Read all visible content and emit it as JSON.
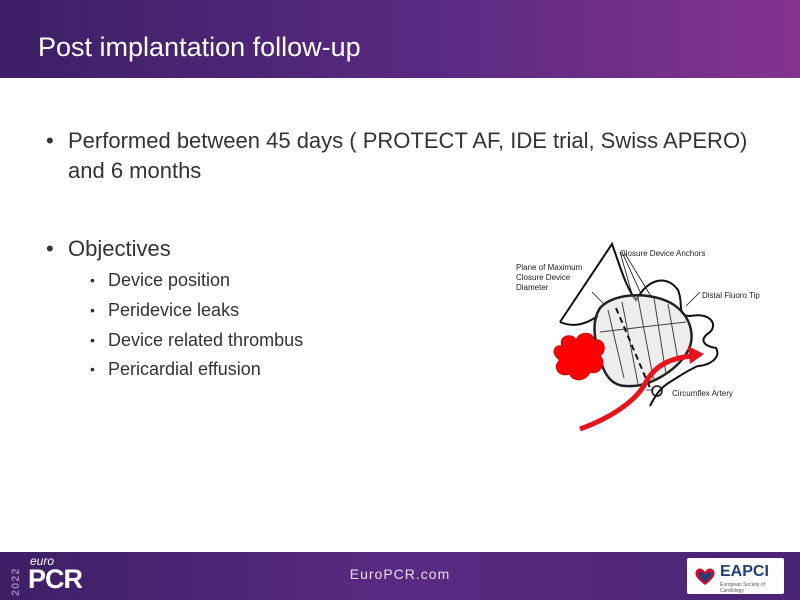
{
  "slide": {
    "title": "Post implantation follow-up",
    "bullets": [
      {
        "text": "Performed between 45 days ( PROTECT AF, IDE trial, Swiss APERO) and 6 months",
        "sub": []
      },
      {
        "text": "Objectives",
        "sub": [
          "Device position",
          "Peridevice leaks",
          "Device related thrombus",
          "Pericardial effusion"
        ]
      }
    ]
  },
  "diagram": {
    "labels": {
      "plane": [
        "Plane of Maximum",
        "Closure Device",
        "Diameter"
      ],
      "anchors": "Closure Device Anchors",
      "tip": "Distal Fluoro Tip",
      "artery": "Circumflex Artery"
    },
    "colors": {
      "thrombus": "#ff0000",
      "arrow": "#e8141b",
      "line": "#111111"
    }
  },
  "footer": {
    "center_text": "EuroPCR.com",
    "logo_year": "2022",
    "logo_euro": "euro",
    "logo_pcr": "PCR",
    "badge_title": "EAPCI",
    "badge_sub": "European Society of Cardiology"
  }
}
